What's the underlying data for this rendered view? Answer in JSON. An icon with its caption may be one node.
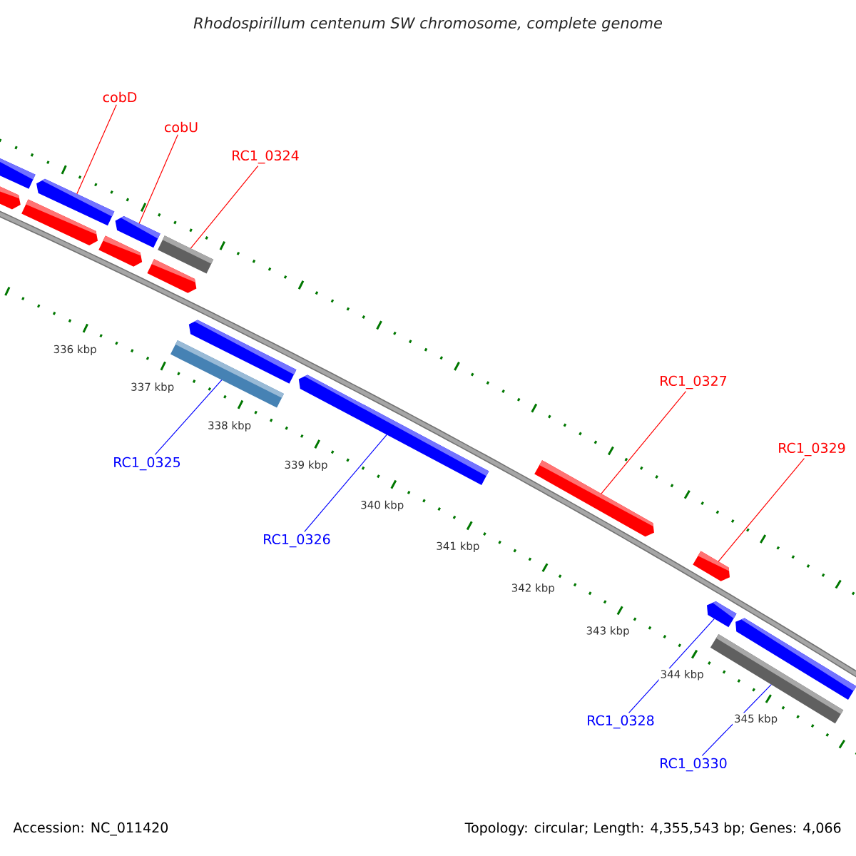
{
  "diagram": {
    "title": "Rhodospirillum centenum SW chromosome, complete genome",
    "nodes": [
      {
        "text": [
          "cobD"
        ]
      },
      {
        "text": [
          "cobU"
        ]
      },
      {
        "text": [
          "RC1_0324"
        ]
      },
      {
        "text": [
          "RC1_0327"
        ]
      },
      {
        "text": [
          "RC1_0329"
        ]
      },
      {
        "text": [
          "RC1_0325"
        ]
      },
      {
        "text": [
          "RC1_0326"
        ]
      },
      {
        "text": [
          "RC1_0328"
        ]
      },
      {
        "text": [
          "RC1_0330"
        ]
      },
      {
        "text": [],
        "shape": "bar"
      },
      {
        "text": [],
        "shape": "bar"
      },
      {
        "text": [],
        "shape": "bar"
      },
      {
        "text": [],
        "shape": "bar"
      },
      {
        "text": [],
        "shape": "bar"
      },
      {
        "text": [],
        "shape": "bar"
      },
      {
        "text": [],
        "shape": "bar"
      },
      {
        "text": [],
        "shape": "bar"
      },
      {
        "text": [],
        "shape": "bar"
      },
      {
        "text": [],
        "shape": "bar"
      },
      {
        "text": [],
        "shape": "bar"
      },
      {
        "text": [],
        "shape": "bar"
      },
      {
        "text": [],
        "shape": "bar"
      },
      {
        "text": [],
        "shape": "bar"
      },
      {
        "text": [],
        "shape": "bar"
      },
      {
        "text": [],
        "shape": "bar"
      }
    ],
    "edges": [
      {
        "from": 0,
        "to": 12,
        "arrow": "none"
      },
      {
        "from": 1,
        "to": 14,
        "arrow": "none"
      },
      {
        "from": 2,
        "to": 16,
        "arrow": "none"
      },
      {
        "from": 3,
        "to": 20,
        "arrow": "none"
      },
      {
        "from": 4,
        "to": 21,
        "arrow": "none"
      },
      {
        "from": 5,
        "to": 17,
        "arrow": "none",
        "color": "#0000ff"
      },
      {
        "from": 6,
        "to": 19,
        "arrow": "none",
        "color": "#0000ff"
      },
      {
        "from": 7,
        "to": 22,
        "arrow": "none",
        "color": "#0000ff"
      },
      {
        "from": 8,
        "to": 23,
        "arrow": "none",
        "color": "#0000ff"
      }
    ],
    "labels": [
      "336 kbp",
      "337 kbp",
      "338 kbp",
      "339 kbp",
      "340 kbp",
      "341 kbp",
      "342 kbp",
      "343 kbp",
      "344 kbp",
      "345 kbp",
      "Accession: NC_011420",
      "Topology: circular; Length: 4,355,543 bp; Genes: 4,066"
    ]
  }
}
